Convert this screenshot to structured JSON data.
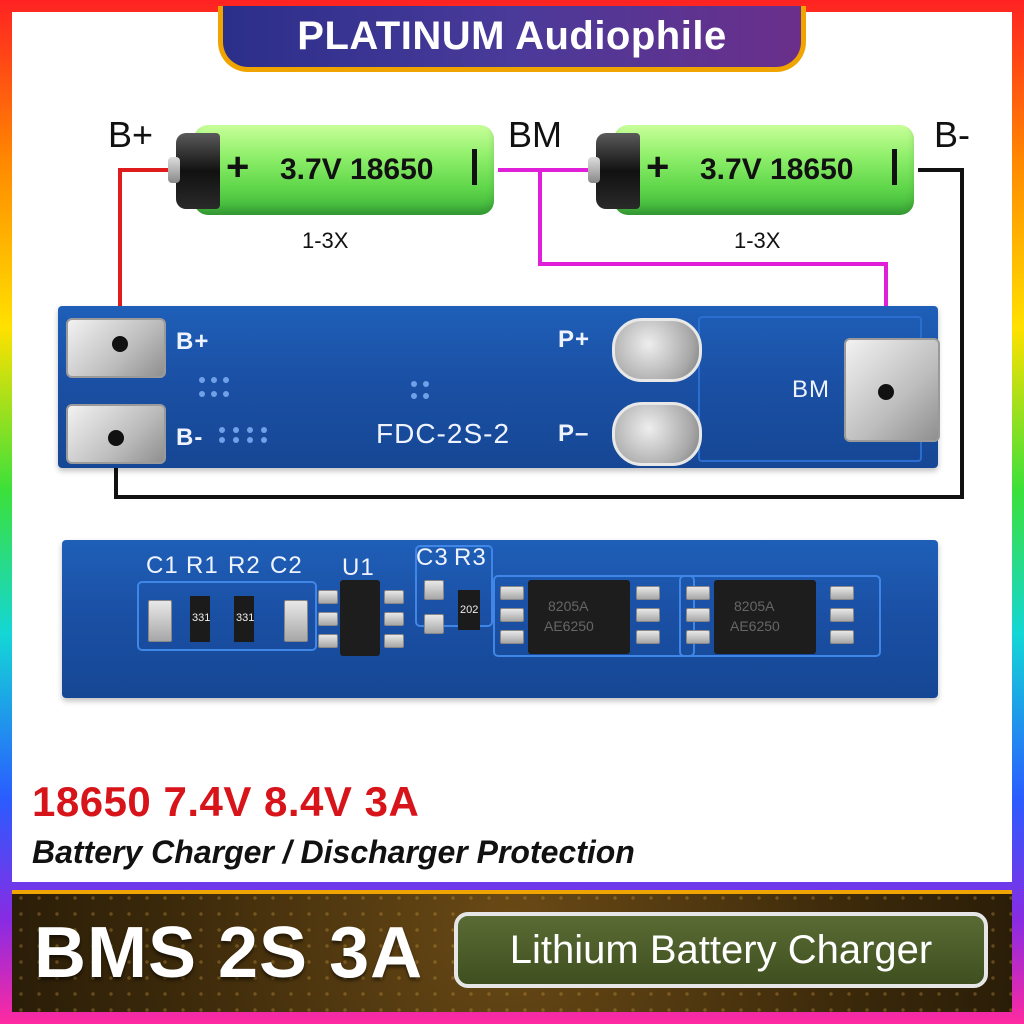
{
  "banner": {
    "title": "PLATINUM Audiophile"
  },
  "diagram": {
    "terminal_bplus": "B+",
    "terminal_bm": "BM",
    "terminal_bminus": "B-",
    "battery_plus": "+",
    "battery_label": "3.7V 18650",
    "multiplier": "1-3X"
  },
  "pcb_top": {
    "label_bplus": "B+",
    "label_bminus": "B-",
    "label_pplus": "P+",
    "label_pminus": "P–",
    "label_bm": "BM",
    "model": "FDC-2S-2"
  },
  "pcb_bottom": {
    "labels": [
      "C1",
      "R1",
      "R2",
      "C2",
      "U1",
      "C3",
      "R3"
    ],
    "res_r1": "331",
    "res_r2": "331",
    "res_r3": "202",
    "mosfet_line1": "8205A",
    "mosfet_line2": "AE6250"
  },
  "headline": "18650 7.4V 8.4V 3A",
  "subline": "Battery Charger / Discharger Protection",
  "footer": {
    "product": "BMS 2S 3A",
    "pill": "Lithium Battery Charger"
  },
  "colors": {
    "wire_red": "#e01b1b",
    "wire_magenta": "#e020d8",
    "wire_black": "#111111",
    "pcb_blue": "#1a4fa3",
    "headline_red": "#d8141b"
  }
}
